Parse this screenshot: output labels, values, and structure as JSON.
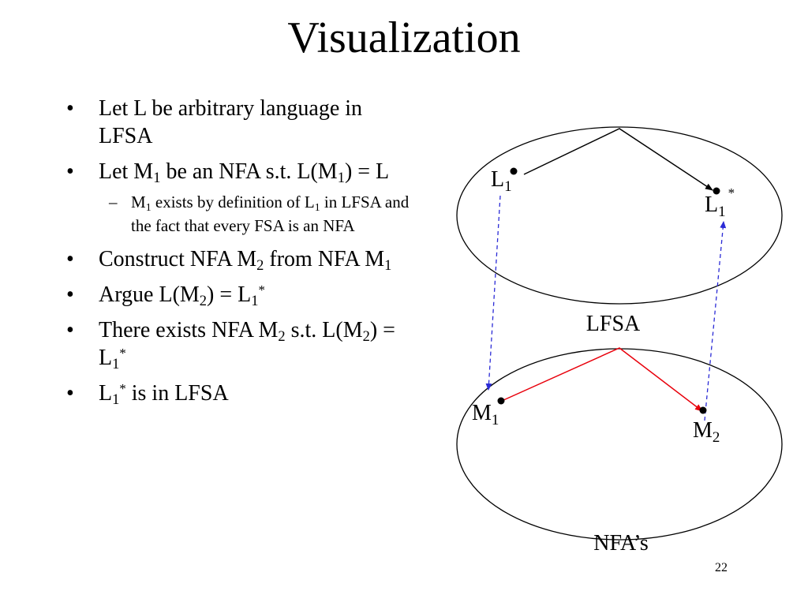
{
  "title": "Visualization",
  "bullets": {
    "b1": {
      "text": "Let L be arbitrary language in LFSA"
    },
    "b2": {
      "p1": "Let M",
      "s1": "1",
      "p2": " be an NFA s.t. L(M",
      "s2": "1",
      "p3": ") = L"
    },
    "b2_sub": {
      "p1": "M",
      "s1": "1",
      "p2": " exists by definition of L",
      "s2": "1",
      "p3": " in LFSA and the fact that every FSA is an NFA"
    },
    "b3": {
      "p1": "Construct NFA M",
      "s1": "2",
      "p2": " from NFA M",
      "s2": "1"
    },
    "b4": {
      "p1": "Argue L(M",
      "s1": "2",
      "p2": ") = L",
      "s2": "1",
      "sup": "*"
    },
    "b5": {
      "p1": "There exists NFA M",
      "s1": "2",
      "p2": " s.t. L(M",
      "s2": "2",
      "p3": ") = L",
      "s3": "1",
      "sup": "*"
    },
    "b6": {
      "p1": "L",
      "s1": "1",
      "sup": "*",
      "p2": " is in LFSA"
    }
  },
  "diagram": {
    "top_set_label": "LFSA",
    "bottom_set_label": "NFA’s",
    "nodes": {
      "l1": {
        "base": "L",
        "sub": "1",
        "sup": ""
      },
      "l1star": {
        "base": "L",
        "sub": "1",
        "sup": "*"
      },
      "m1": {
        "base": "M",
        "sub": "1",
        "sup": ""
      },
      "m2": {
        "base": "M",
        "sub": "2",
        "sup": ""
      }
    },
    "colors": {
      "outline": "#000000",
      "top_arrow": "#000000",
      "bottom_arrow": "#e8000b",
      "mapping_arrow": "#2b2bd6"
    }
  },
  "page_number": "22"
}
